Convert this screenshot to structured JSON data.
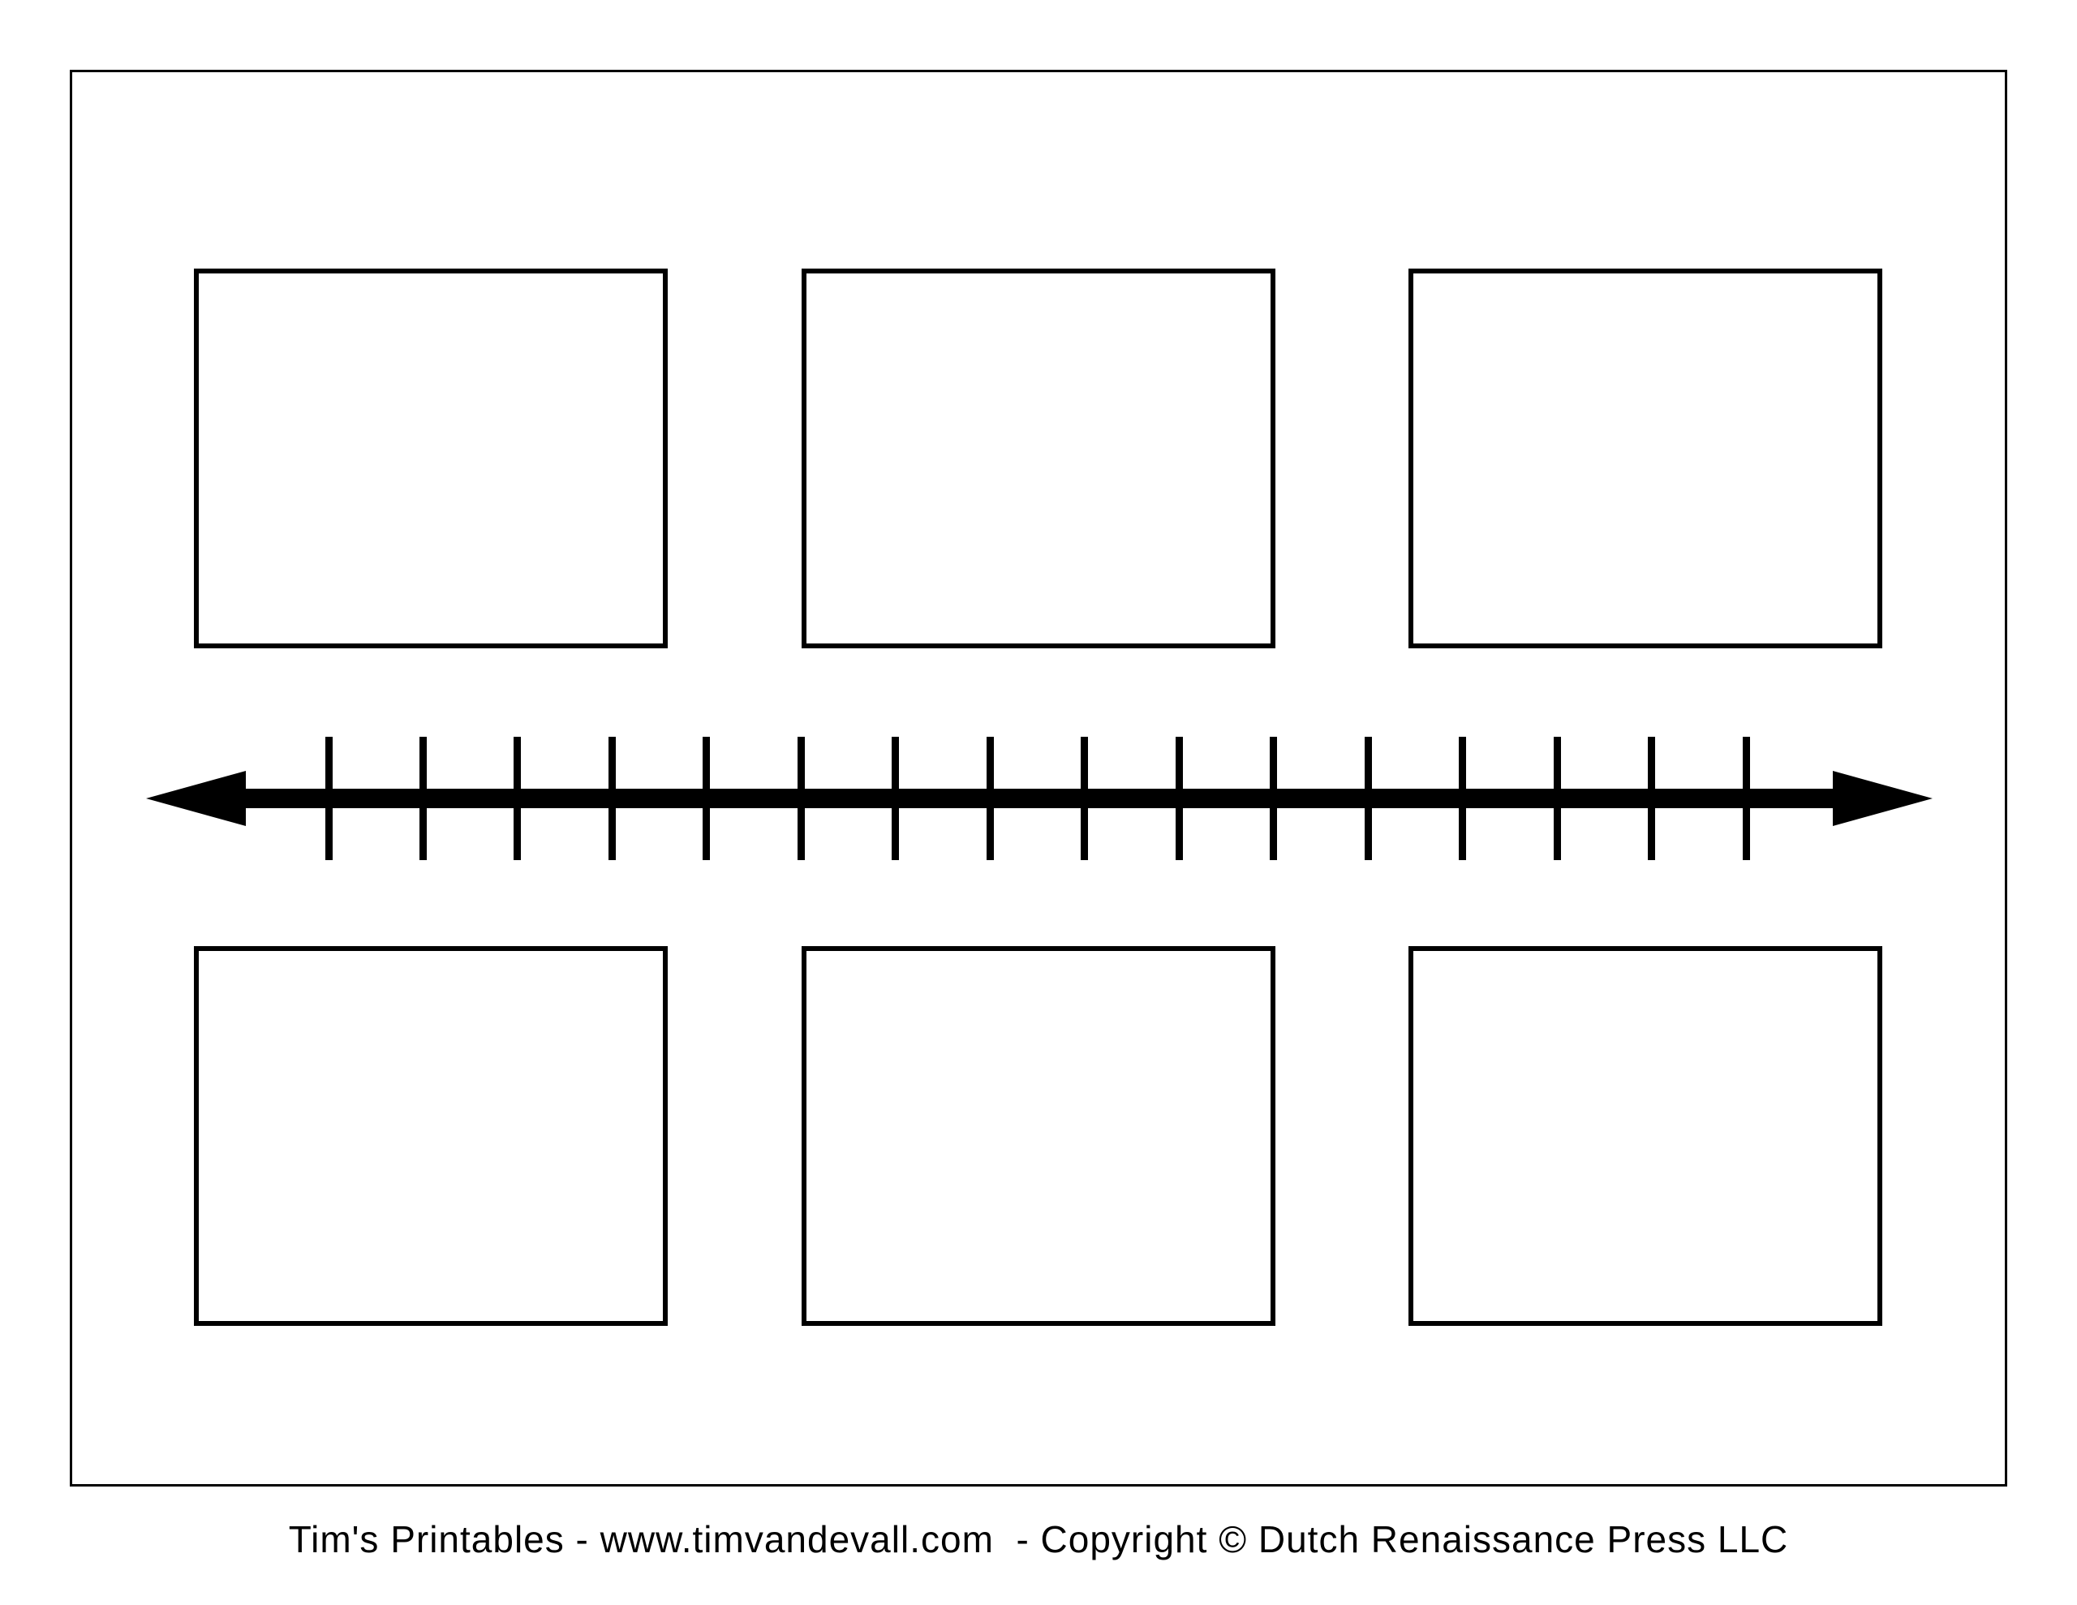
{
  "page": {
    "background_color": "#ffffff",
    "frame_color": "#000000",
    "ink_color": "#000000"
  },
  "event_boxes": {
    "count": 6,
    "rows": 2,
    "columns": 3,
    "content": [
      "",
      "",
      "",
      "",
      "",
      ""
    ]
  },
  "timeline": {
    "tick_count": 16,
    "style": "double-headed-arrow",
    "color": "#000000"
  },
  "footer": {
    "text": "Tim's Printables - www.timvandevall.com  - Copyright © Dutch Renaissance Press LLC"
  }
}
